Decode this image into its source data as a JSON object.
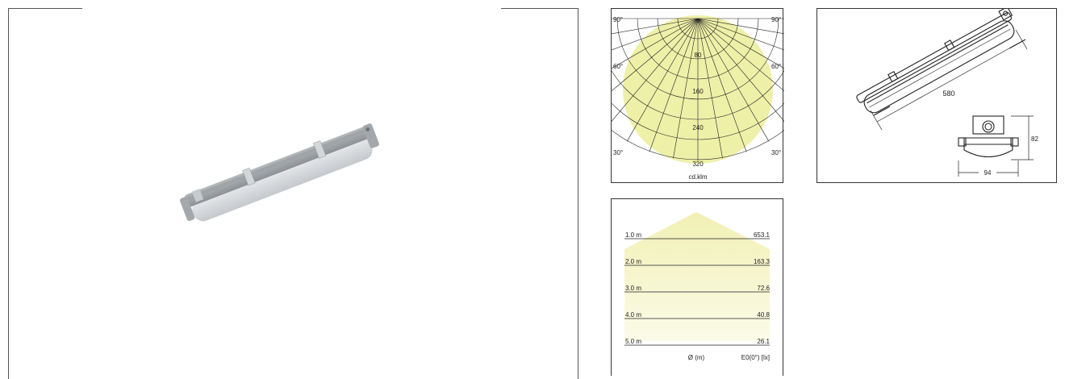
{
  "polar": {
    "angle_labels": {
      "deg90_left": "90°",
      "deg90_right": "90°",
      "deg60_left": "60°",
      "deg60_right": "60°",
      "deg30_left": "30°",
      "deg30_right": "30°"
    },
    "ring_labels": [
      "80",
      "160",
      "240",
      "320"
    ],
    "unit": "cd.klm",
    "fill_color": "#eef0a8"
  },
  "dimensions": {
    "length": "580",
    "height": "82",
    "width": "94"
  },
  "cone": {
    "rows": [
      {
        "distance": "1.0 m",
        "lux": "653.1"
      },
      {
        "distance": "2.0 m",
        "lux": "163.3"
      },
      {
        "distance": "3.0 m",
        "lux": "72.6"
      },
      {
        "distance": "4.0 m",
        "lux": "40.8"
      },
      {
        "distance": "5.0 m",
        "lux": "26.1"
      }
    ],
    "footer_diameter": "Ø (m)",
    "footer_illuminance": "E0(0°) [lx]",
    "fill_color": "#f1f0b4"
  }
}
